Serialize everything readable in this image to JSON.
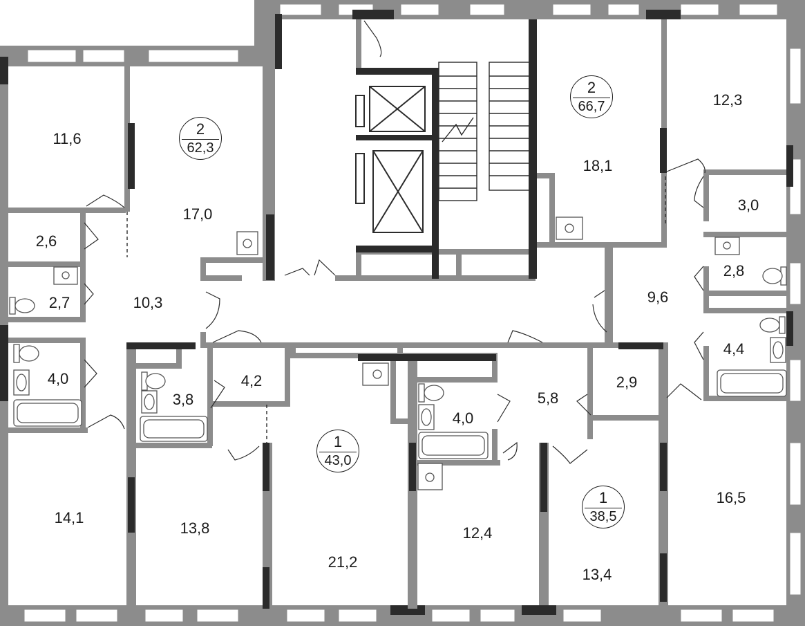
{
  "colors": {
    "wall": "#8c8c8c",
    "wall_dark": "#2b2b2b",
    "window": "#ffffff",
    "fixture": "#555555",
    "background": "#ffffff"
  },
  "apartments": [
    {
      "id": "apt-a",
      "rooms": "2",
      "area": "62,3"
    },
    {
      "id": "apt-b",
      "rooms": "2",
      "area": "66,7"
    },
    {
      "id": "apt-c",
      "rooms": "1",
      "area": "43,0"
    },
    {
      "id": "apt-d",
      "rooms": "1",
      "area": "38,5"
    }
  ],
  "rooms": [
    {
      "id": "r1",
      "area": "11,6"
    },
    {
      "id": "r2",
      "area": "17,0"
    },
    {
      "id": "r3",
      "area": "2,6"
    },
    {
      "id": "r4",
      "area": "2,7"
    },
    {
      "id": "r5",
      "area": "10,3"
    },
    {
      "id": "r6",
      "area": "4,0"
    },
    {
      "id": "r7",
      "area": "3,8"
    },
    {
      "id": "r8",
      "area": "4,2"
    },
    {
      "id": "r9",
      "area": "14,1"
    },
    {
      "id": "r10",
      "area": "13,8"
    },
    {
      "id": "r11",
      "area": "21,2"
    },
    {
      "id": "r12",
      "area": "4,0"
    },
    {
      "id": "r13",
      "area": "5,8"
    },
    {
      "id": "r14",
      "area": "2,9"
    },
    {
      "id": "r15",
      "area": "12,4"
    },
    {
      "id": "r16",
      "area": "13,4"
    },
    {
      "id": "r17",
      "area": "16,5"
    },
    {
      "id": "r18",
      "area": "18,1"
    },
    {
      "id": "r19",
      "area": "12,3"
    },
    {
      "id": "r20",
      "area": "3,0"
    },
    {
      "id": "r21",
      "area": "2,8"
    },
    {
      "id": "r22",
      "area": "9,6"
    },
    {
      "id": "r23",
      "area": "4,4"
    }
  ]
}
